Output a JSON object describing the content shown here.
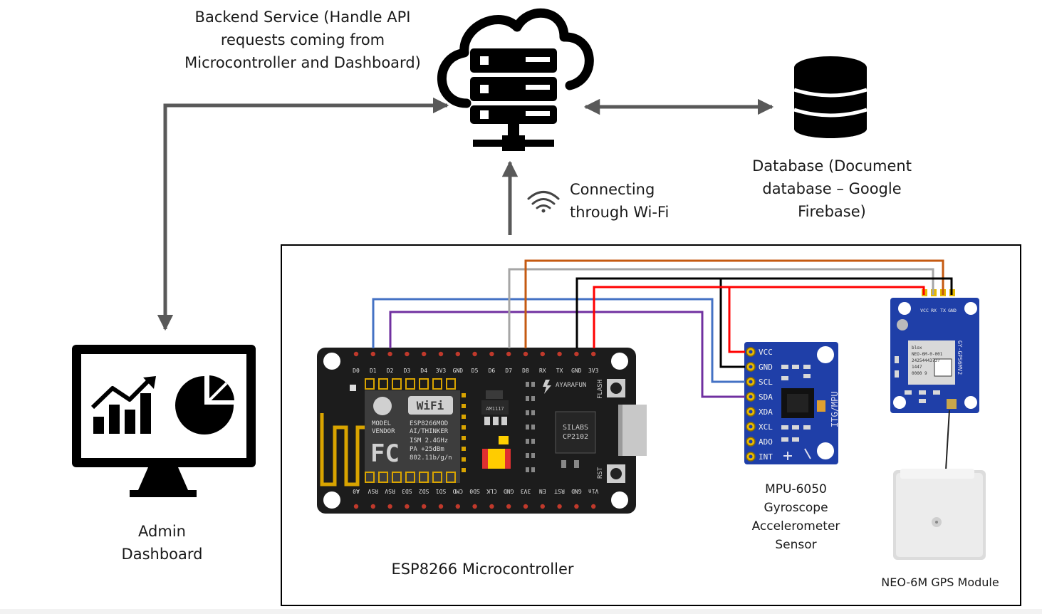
{
  "backend": {
    "label": [
      "Backend Service (Handle API",
      "requests coming from",
      "Microcontroller and Dashboard)"
    ]
  },
  "database": {
    "label": [
      "Database (Document",
      "database – Google",
      "Firebase)"
    ]
  },
  "wifi": {
    "label": [
      "Connecting",
      "through Wi-Fi"
    ]
  },
  "dashboard": {
    "label": [
      "Admin",
      "Dashboard"
    ]
  },
  "esp": {
    "label": "ESP8266 Microcontroller",
    "top_pins": [
      "D0",
      "D1",
      "D2",
      "D3",
      "D4",
      "3V3",
      "GND",
      "D5",
      "D6",
      "D7",
      "D8",
      "RX",
      "TX",
      "GND",
      "3V3"
    ],
    "bottom_pins": [
      "A0",
      "RSV",
      "RSV",
      "SD3",
      "SD2",
      "SD1",
      "CMD",
      "SD0",
      "CLK",
      "GND",
      "3V3",
      "EN",
      "RST",
      "GND",
      "Vin"
    ],
    "module_text": [
      "MODEL",
      "VENDOR",
      "ESP8266MOD",
      "AI/THINKER",
      "ISM 2.4GHz",
      "PA +25dBm",
      "802.11b/g/n"
    ],
    "wifi_badge": "WiFi",
    "fc": "FC",
    "chip1": "AM1117",
    "chip2": [
      "SILABS",
      "CP2102"
    ],
    "brand": "AYARAFUN",
    "flash": "FLASH",
    "rst": "RST"
  },
  "mpu": {
    "label": [
      "MPU-6050",
      "Gyroscope",
      "Accelerometer",
      "Sensor"
    ],
    "pins": [
      "VCC",
      "GND",
      "SCL",
      "SDA",
      "XDA",
      "XCL",
      "ADO",
      "INT"
    ],
    "side_text": "ITG/MPU"
  },
  "gps": {
    "label": "NEO-6M GPS Module",
    "pins": [
      "VCC",
      "RX",
      "TX",
      "GND"
    ],
    "chip_text": [
      "blox",
      "NEO-6M-0-001",
      "2425444373?",
      "1447",
      "0000 9"
    ],
    "side_text": "GY-GPS6MV2"
  },
  "colors": {
    "arrow": "#595959",
    "blue": "#4472c4",
    "purple": "#7030a0",
    "gray": "#a6a6a6",
    "orange": "#c55a11",
    "black": "#000000",
    "red": "#ff0000",
    "board": "#1a1a1a",
    "pcb_blue": "#1f3fa8"
  }
}
